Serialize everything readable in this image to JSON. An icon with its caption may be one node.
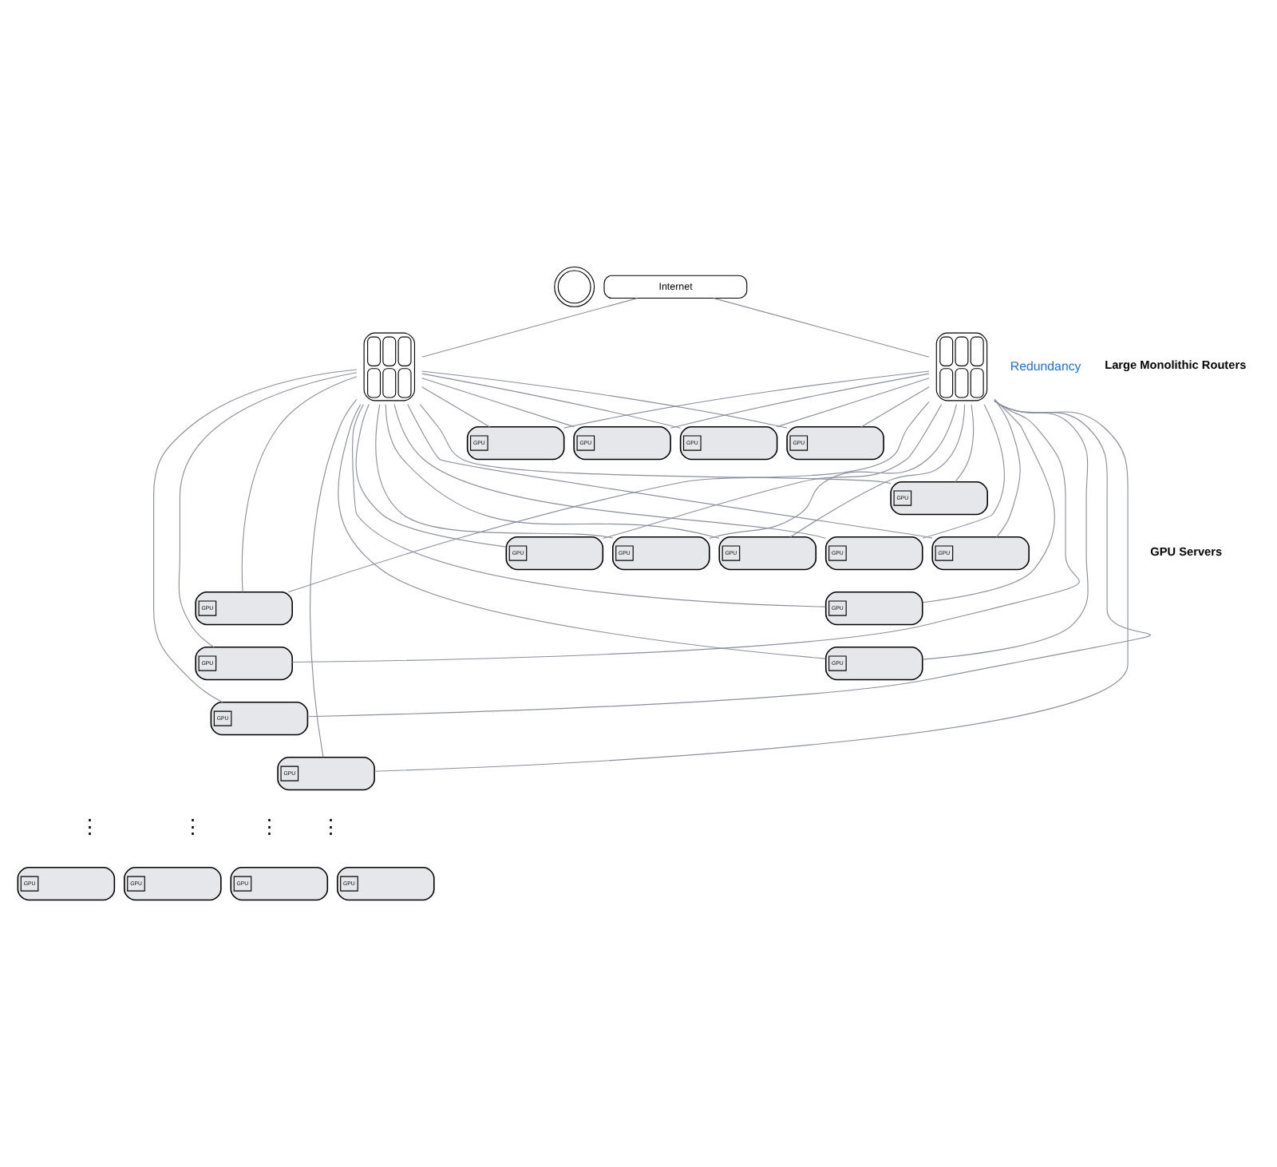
{
  "diagram": {
    "nodes": [
      {
        "text": [],
        "shape": "picture"
      },
      {
        "text": [
          "Internet"
        ]
      },
      {
        "text": [],
        "shape": "picture"
      },
      {
        "text": [],
        "shape": "picture"
      },
      {
        "text": [
          "GPU"
        ]
      },
      {
        "text": [
          "GPU"
        ]
      },
      {
        "text": [
          "GPU"
        ]
      },
      {
        "text": [
          "GPU"
        ]
      },
      {
        "text": [
          "GPU"
        ]
      },
      {
        "text": [
          "GPU"
        ]
      },
      {
        "text": [
          "GPU"
        ]
      },
      {
        "text": [
          "GPU"
        ]
      },
      {
        "text": [
          "GPU"
        ]
      },
      {
        "text": [
          "GPU"
        ]
      },
      {
        "text": [
          "GPU"
        ]
      },
      {
        "text": [
          "GPU"
        ]
      },
      {
        "text": [
          "GPU"
        ]
      },
      {
        "text": [
          "GPU"
        ]
      },
      {
        "text": [
          "GPU"
        ]
      },
      {
        "text": [
          "GPU"
        ]
      },
      {
        "text": [
          "GPU"
        ]
      },
      {
        "text": [
          "GPU"
        ]
      },
      {
        "text": [
          "GPU"
        ]
      },
      {
        "text": [
          "GPU"
        ]
      }
    ],
    "edges": [
      {
        "from": 1,
        "to": 2,
        "arrow": "none"
      },
      {
        "from": 1,
        "to": 3,
        "arrow": "none"
      },
      {
        "from": 2,
        "to": 4,
        "arrow": "none"
      },
      {
        "from": 2,
        "to": 5,
        "arrow": "none"
      },
      {
        "from": 2,
        "to": 6,
        "arrow": "none"
      },
      {
        "from": 2,
        "to": 7,
        "arrow": "none"
      },
      {
        "from": 2,
        "to": 8,
        "arrow": "none"
      },
      {
        "from": 2,
        "to": 9,
        "arrow": "none"
      },
      {
        "from": 2,
        "to": 10,
        "arrow": "none"
      },
      {
        "from": 2,
        "to": 11,
        "arrow": "none"
      },
      {
        "from": 2,
        "to": 12,
        "arrow": "none"
      },
      {
        "from": 2,
        "to": 13,
        "arrow": "none"
      },
      {
        "from": 2,
        "to": 14,
        "arrow": "none"
      },
      {
        "from": 2,
        "to": 15,
        "arrow": "none"
      },
      {
        "from": 2,
        "to": 16,
        "arrow": "none"
      },
      {
        "from": 2,
        "to": 17,
        "arrow": "none"
      },
      {
        "from": 2,
        "to": 18,
        "arrow": "none"
      },
      {
        "from": 2,
        "to": 19,
        "arrow": "none"
      },
      {
        "from": 3,
        "to": 4,
        "arrow": "none"
      },
      {
        "from": 3,
        "to": 5,
        "arrow": "none"
      },
      {
        "from": 3,
        "to": 6,
        "arrow": "none"
      },
      {
        "from": 3,
        "to": 7,
        "arrow": "none"
      },
      {
        "from": 3,
        "to": 8,
        "arrow": "none"
      },
      {
        "from": 3,
        "to": 9,
        "arrow": "none"
      },
      {
        "from": 3,
        "to": 10,
        "arrow": "none"
      },
      {
        "from": 3,
        "to": 11,
        "arrow": "none"
      },
      {
        "from": 3,
        "to": 12,
        "arrow": "none"
      },
      {
        "from": 3,
        "to": 13,
        "arrow": "none"
      },
      {
        "from": 3,
        "to": 14,
        "arrow": "none"
      },
      {
        "from": 3,
        "to": 15,
        "arrow": "none"
      },
      {
        "from": 3,
        "to": 16,
        "arrow": "none"
      },
      {
        "from": 3,
        "to": 17,
        "arrow": "none"
      },
      {
        "from": 3,
        "to": 18,
        "arrow": "none"
      },
      {
        "from": 3,
        "to": 19,
        "arrow": "none"
      }
    ],
    "labels": [
      "Redundancy",
      "Large Monolithic Routers",
      "GPU Servers",
      "⋮",
      "⋮",
      "⋮",
      "⋮"
    ]
  }
}
